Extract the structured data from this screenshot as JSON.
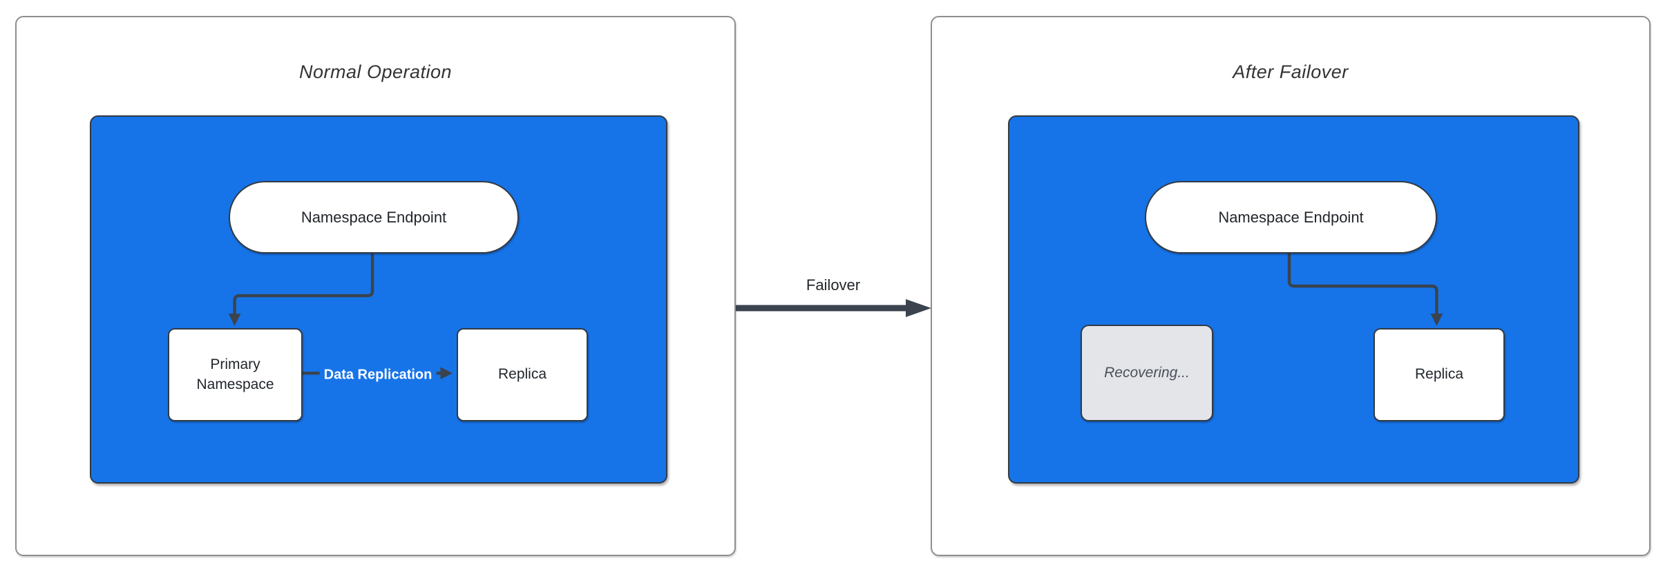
{
  "colors": {
    "container_blue": "#1674E8",
    "edge_dark": "#3A434E",
    "node_border": "#343A42",
    "node_text": "#21262C",
    "panel_border": "#8E8E8E",
    "title_text": "#333333",
    "recovering_fill": "#E3E5E8",
    "recovering_text": "#4A515B",
    "edge_label_text": "#FFFFFF"
  },
  "panels": [
    {
      "title": "Normal Operation",
      "nodes": {
        "endpoint": "Namespace Endpoint",
        "primary": "Primary Namespace",
        "replica": "Replica"
      },
      "edges": {
        "replication_label": "Data Replication"
      }
    },
    {
      "title": "After Failover",
      "nodes": {
        "endpoint": "Namespace Endpoint",
        "recovering": "Recovering...",
        "replica": "Replica"
      }
    }
  ],
  "transition": {
    "label": "Failover"
  }
}
